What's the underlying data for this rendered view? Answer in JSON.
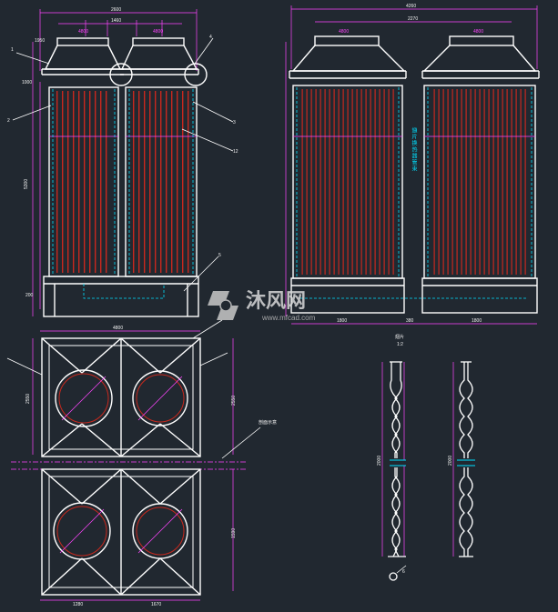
{
  "colors": {
    "background": "#212830",
    "outline": "#ffffff",
    "tubes": "#c8281e",
    "dimension": "#ff44ff",
    "hidden": "#00e0ff",
    "leader": "#ffffff"
  },
  "front_view": {
    "overall_width": "2600",
    "top_width": "1460",
    "upper_labels": [
      "4800",
      "4800"
    ],
    "side_dims": [
      "1950",
      "1000",
      "200",
      "5300"
    ],
    "callouts": [
      "1",
      "2",
      "3",
      "4",
      "5",
      "12"
    ]
  },
  "side_view": {
    "overall_width": "4260",
    "sub_width": "2270",
    "upper_labels": [
      "4800",
      "4800"
    ],
    "bottom_dims": [
      "1800",
      "1800",
      "380"
    ],
    "vertical_note": "翅片换热器管束"
  },
  "plan_view": {
    "top_dims": [
      "4800"
    ],
    "side_dims": [
      "2550",
      "2550"
    ],
    "bottom_dims": [
      "1280",
      "1670",
      "1590"
    ],
    "section_label": "剖面示意"
  },
  "detail_view": {
    "title": "翅片",
    "scale": "1:2",
    "dims": [
      "2000",
      "2000"
    ],
    "callouts": [
      "6"
    ]
  },
  "watermark": {
    "logo_text": "沐风网",
    "url": "www.mfcad.com"
  }
}
